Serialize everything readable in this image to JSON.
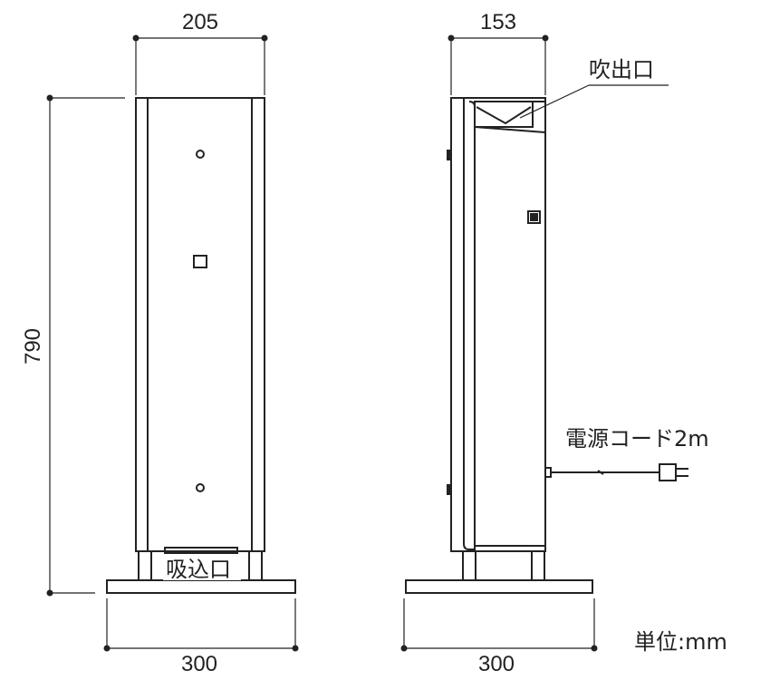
{
  "dimensions": {
    "front_width": "205",
    "side_width": "153",
    "height": "790",
    "front_base_width": "300",
    "side_base_width": "300"
  },
  "labels": {
    "outlet": "吹出口",
    "inlet": "吸込口",
    "power_cord": "電源コード2m",
    "unit": "単位:mm"
  },
  "colors": {
    "line": "#222222",
    "background": "#ffffff"
  }
}
